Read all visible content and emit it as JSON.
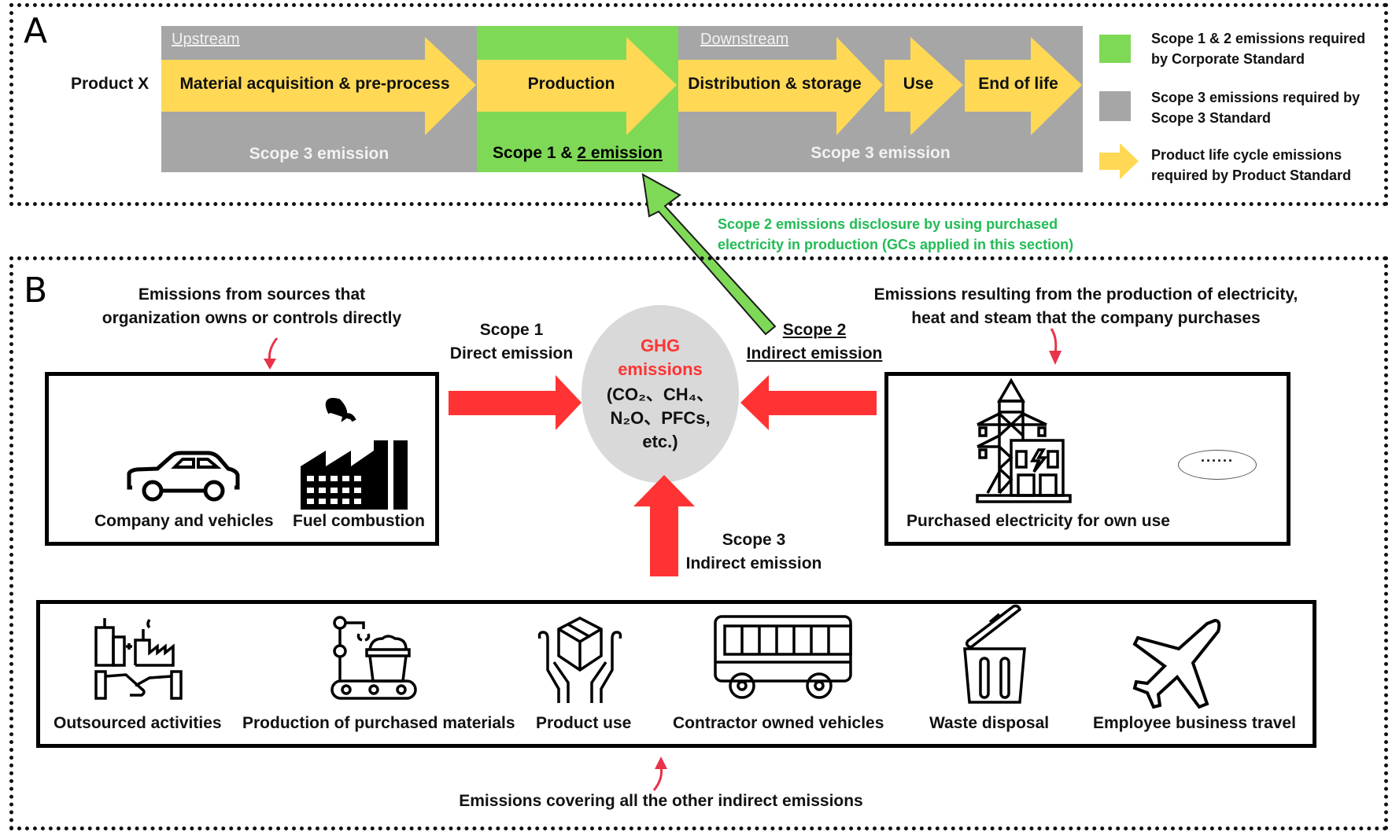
{
  "panel_a": {
    "letter": "A",
    "product_label": "Product X",
    "upstream_label": "Upstream",
    "downstream_label": "Downstream",
    "stages": [
      {
        "label": "Material acquisition & pre-process",
        "scope": "upstream"
      },
      {
        "label": "Production",
        "scope": "production"
      },
      {
        "label": "Distribution & storage",
        "scope": "downstream"
      },
      {
        "label": "Use",
        "scope": "downstream"
      },
      {
        "label": "End of life",
        "scope": "downstream"
      }
    ],
    "upstream_scope_label": "Scope 3 emission",
    "production_scope_label_prefix": "Scope 1 & ",
    "production_scope_label_underlined": "2 emission",
    "downstream_scope_label": "Scope 3 emission",
    "legend": [
      {
        "swatch": "green-square",
        "color": "#7ed957",
        "text_line1": "Scope 1 & 2 emissions required",
        "text_line2": "by Corporate Standard"
      },
      {
        "swatch": "gray-square",
        "color": "#a6a6a6",
        "text_line1": "Scope 3 emissions required by",
        "text_line2": "Scope 3 Standard"
      },
      {
        "swatch": "yellow-arrow",
        "color": "#ffd956",
        "text_line1": "Product life cycle emissions",
        "text_line2": "required by Product Standard"
      }
    ]
  },
  "connector": {
    "line1": "Scope 2 emissions disclosure by using purchased",
    "line2": "electricity in production (GCs applied in this section)",
    "color": "#22bb55"
  },
  "panel_b": {
    "letter": "B",
    "scope1": {
      "description_line1": "Emissions from sources that",
      "description_line2": "organization owns or controls directly",
      "title": "Scope 1",
      "subtitle": "Direct emission",
      "items": [
        "Company and vehicles",
        "Fuel combustion"
      ]
    },
    "scope2": {
      "description_line1": "Emissions resulting from the production of electricity,",
      "description_line2": "heat and steam that the company purchases",
      "title": "Scope 2",
      "subtitle": "Indirect emission",
      "items": [
        "Purchased electricity for own use"
      ],
      "more": "······"
    },
    "scope3": {
      "title": "Scope 3",
      "subtitle": "Indirect emission",
      "description": "Emissions covering all the other indirect emissions",
      "items": [
        "Outsourced activities",
        "Production of purchased materials",
        "Product use",
        "Contractor owned vehicles",
        "Waste disposal",
        "Employee business travel"
      ]
    },
    "center": {
      "title_line1": "GHG",
      "title_line2": "emissions",
      "gas_line1": "(CO₂、CH₄、",
      "gas_line2": "N₂O、PFCs,",
      "gas_line3": "etc.)"
    }
  },
  "colors": {
    "gray": "#a6a6a6",
    "green": "#7ed957",
    "yellow": "#ffd956",
    "red_arrow": "#ff3333",
    "ghg_red": "#ff3333",
    "circle": "#d9d9d9"
  }
}
